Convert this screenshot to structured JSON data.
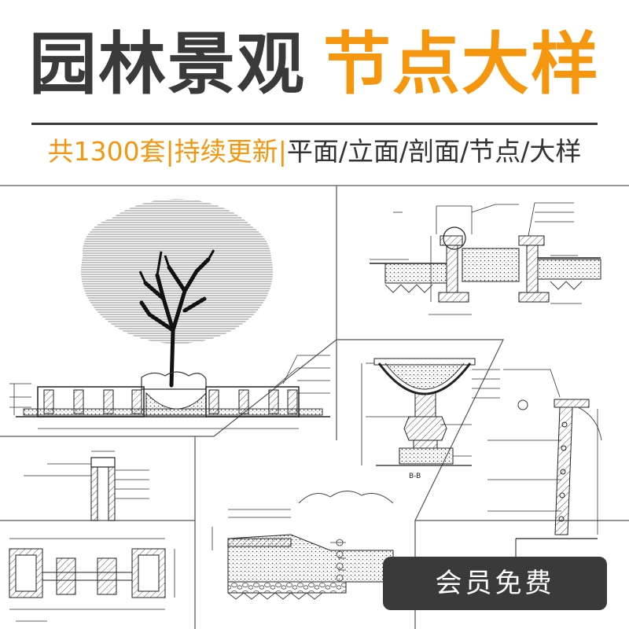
{
  "title": {
    "part1": "园林景观",
    "part2": "节点大样",
    "color_dark": "#3a3a3a",
    "color_accent": "#f5960f"
  },
  "subtitle": {
    "part1": "共1300套|持续更新|",
    "part2": "平面/立面/剖面/节点/大样"
  },
  "badge": {
    "label": "会员免费"
  },
  "drawings": [
    {
      "name": "tree-planter-elevation",
      "icon": "tree-icon"
    },
    {
      "name": "pool-edge-section"
    },
    {
      "name": "flower-bowl-pedestal-section",
      "label": "B-B"
    },
    {
      "name": "wall-coping-detail"
    },
    {
      "name": "wall-plan-detail"
    },
    {
      "name": "paving-section"
    },
    {
      "name": "retaining-wall-section"
    }
  ]
}
